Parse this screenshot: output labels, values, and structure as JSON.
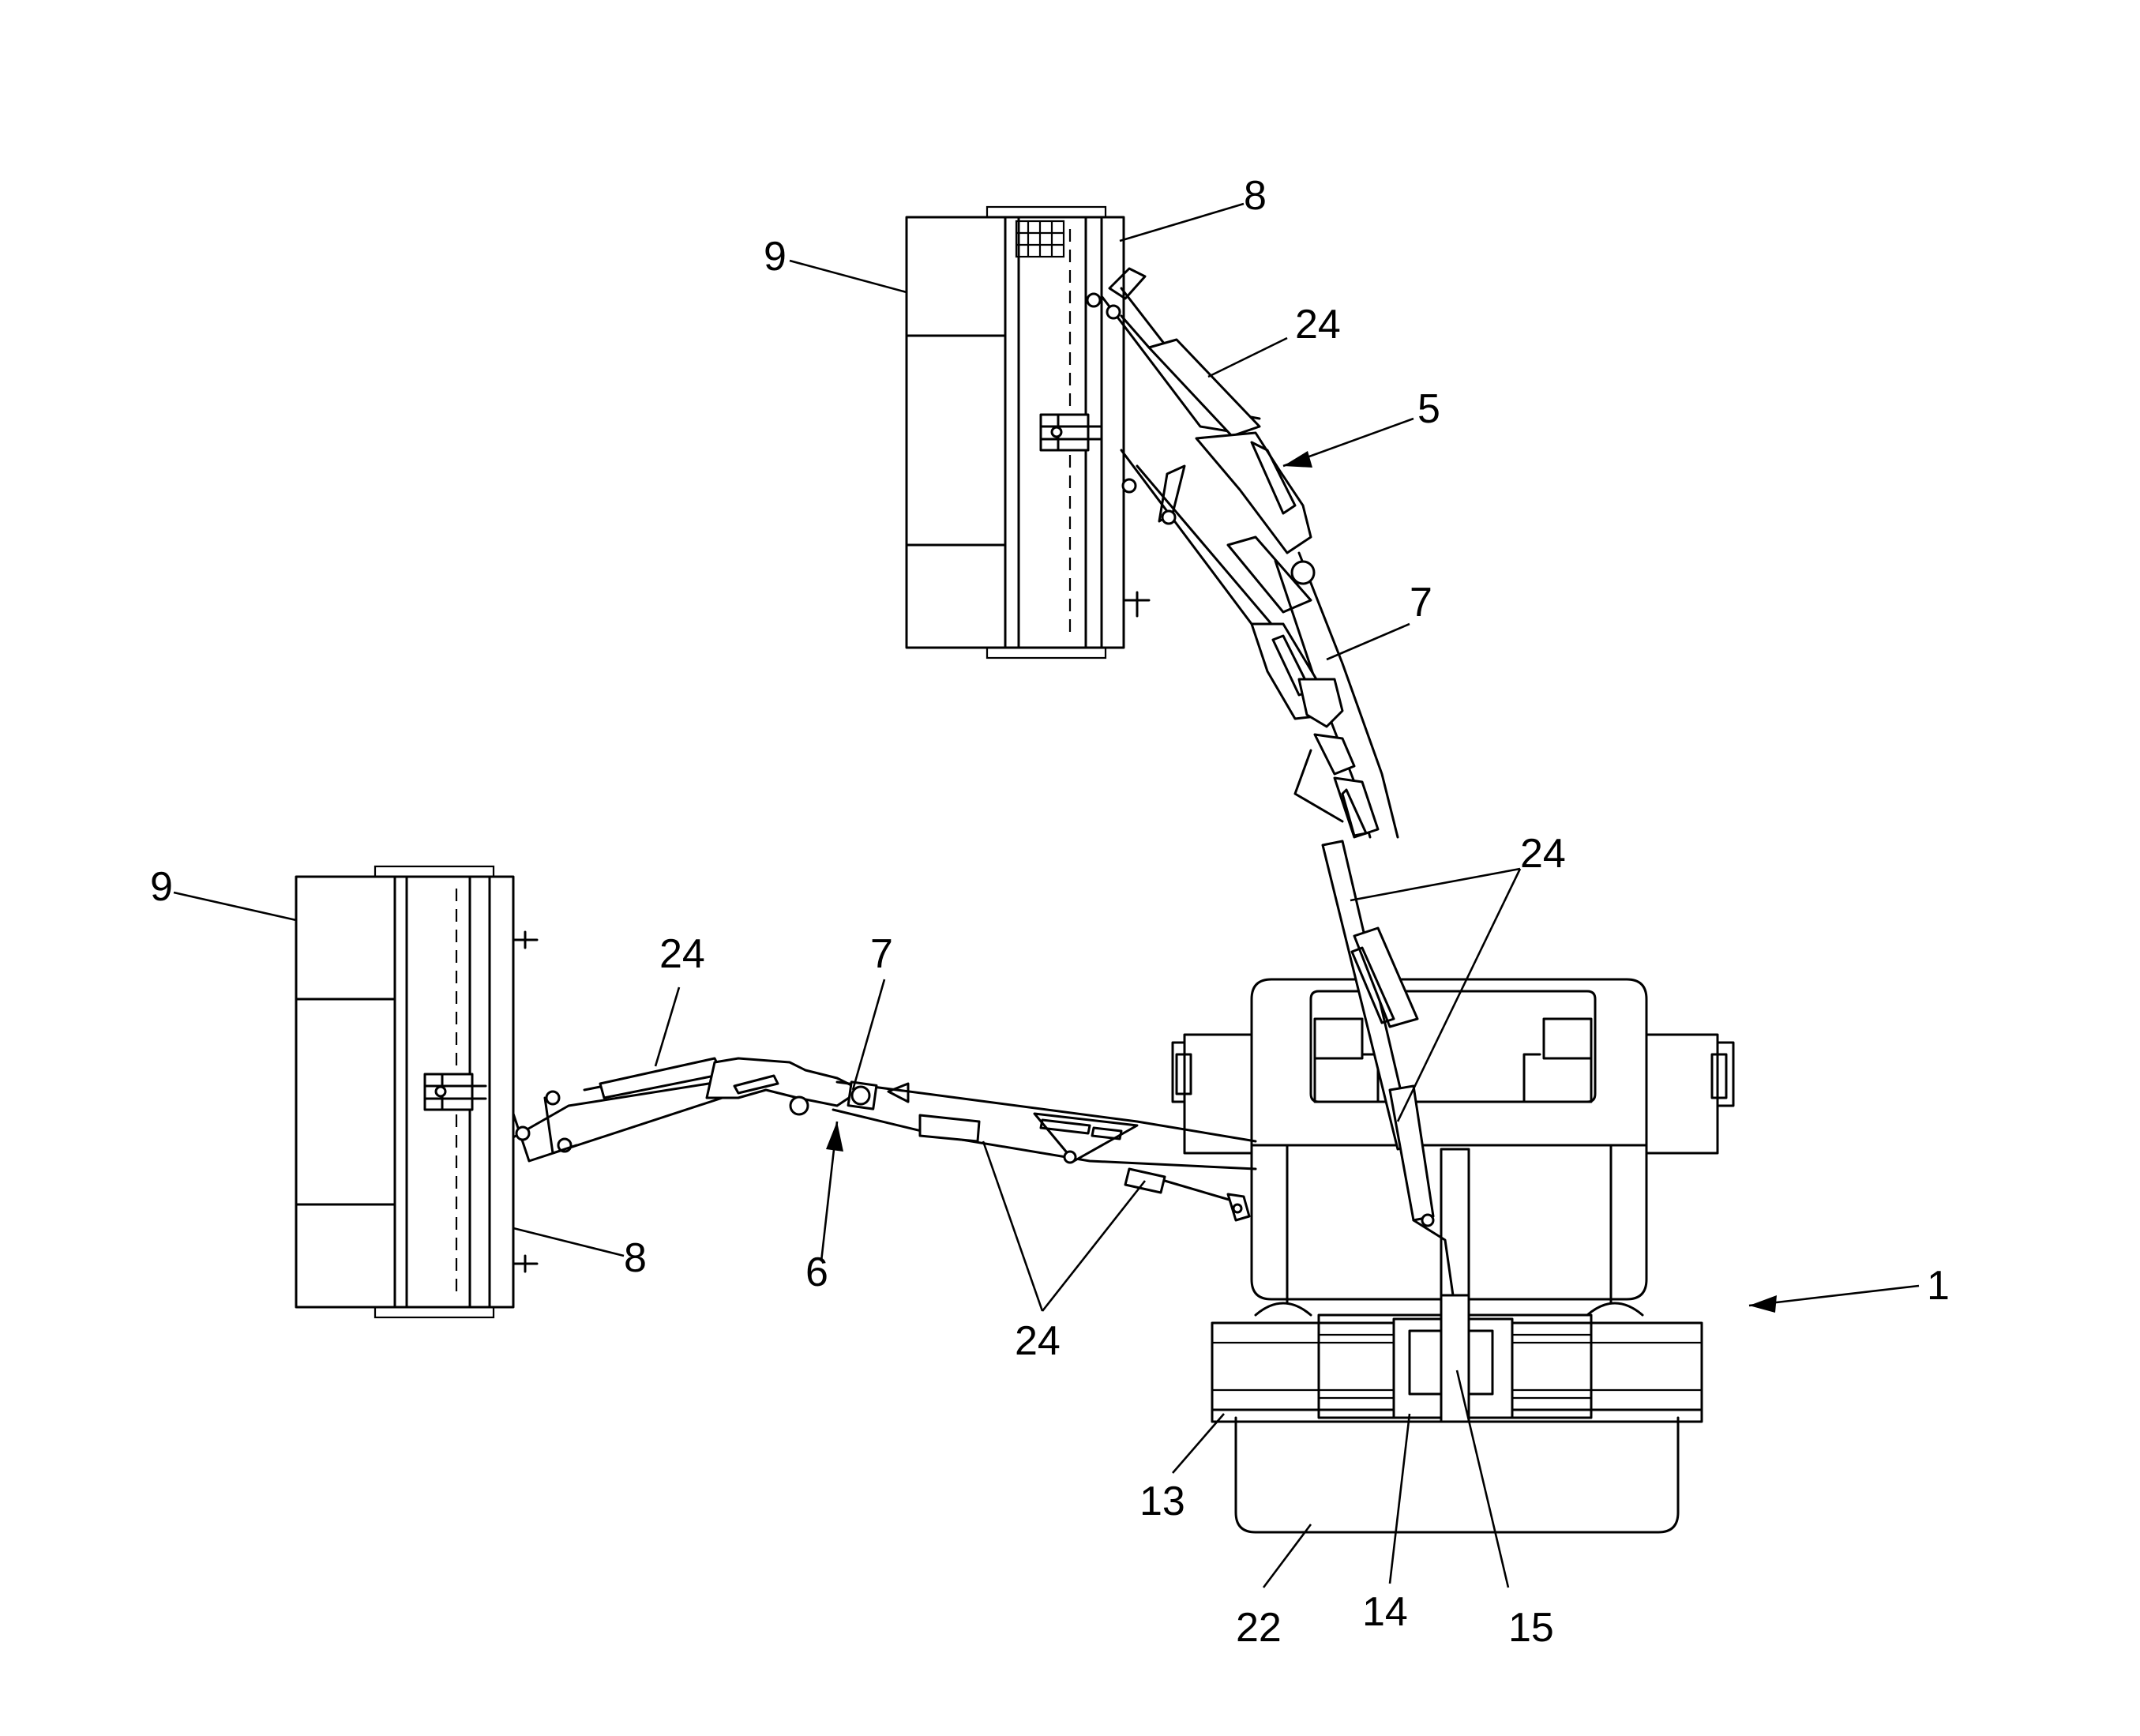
{
  "figure": {
    "labels": {
      "tractor": "1",
      "boom_raised": "5",
      "boom_lowered": "6",
      "arm_upper": "7",
      "arm_lower": "7",
      "head_mount_upper": "8",
      "head_mount_lower": "8",
      "mower_upper": "9",
      "mower_lower": "9",
      "cylinder_upper": "24",
      "cylinder_right": "24",
      "cylinder_left": "24",
      "cylinder_bottom": "24",
      "hitch_frame": "13",
      "mount_plate": "14",
      "column": "15",
      "ballast_box": "22"
    }
  }
}
